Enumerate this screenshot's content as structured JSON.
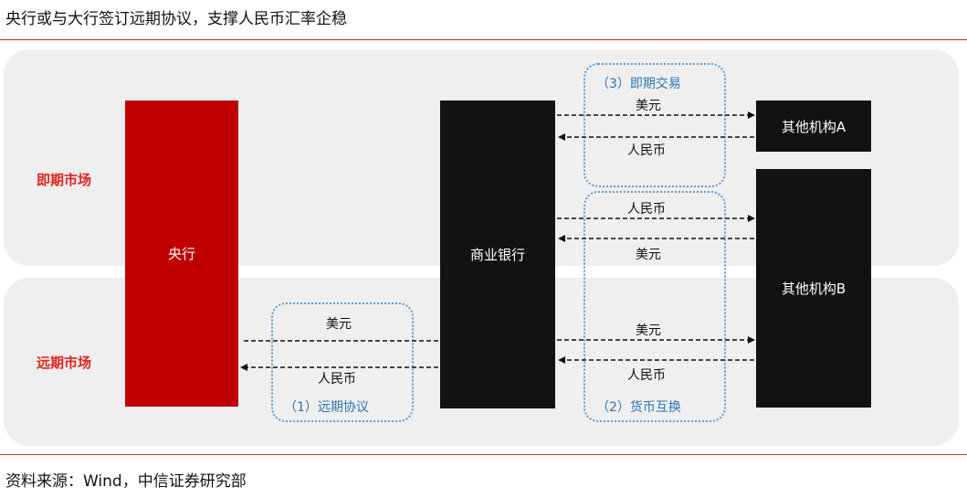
{
  "title": "央行或与大行签订远期协议，支撑人民币汇率企稳",
  "markets": {
    "spot": "即期市场",
    "forward": "远期市场"
  },
  "entities": {
    "central_bank": "央行",
    "commercial_bank": "商业银行",
    "institution_a": "其他机构A",
    "institution_b": "其他机构B"
  },
  "groups": {
    "forward_agreement": "（1）远期协议",
    "currency_swap": "（2）货币互换",
    "spot_trade": "（3）即期交易"
  },
  "flows": {
    "spot_to_a": "美元",
    "a_to_bank": "人民币",
    "swap_spot_to_b": "人民币",
    "swap_spot_from_b": "美元",
    "swap_fwd_to_b": "美元",
    "swap_fwd_from_b": "人民币",
    "fwd_to_central": "美元",
    "fwd_from_bank": "人民币"
  },
  "colors": {
    "accent_red": "#e2231a",
    "central_bank_fill": "#c00000",
    "entity_fill": "#121212",
    "group_border": "#5b9bd5",
    "band_fill": "#efefef"
  },
  "footer": "资料来源：Wind，中信证券研究部"
}
